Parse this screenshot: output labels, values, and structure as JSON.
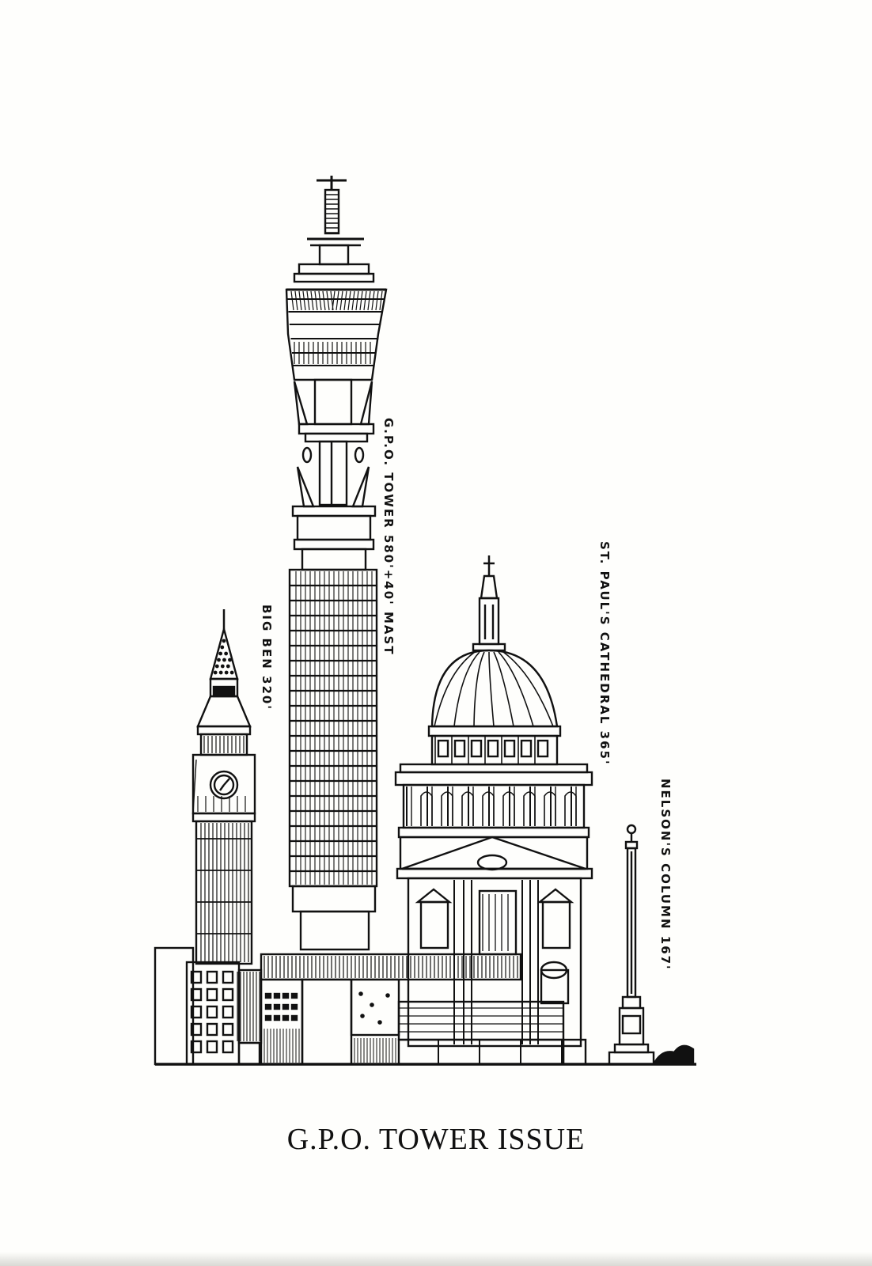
{
  "caption": "G.P.O. TOWER ISSUE",
  "labels": {
    "gpo_tower": "G.P.O. TOWER 580'+40' MAST",
    "big_ben": "BIG BEN 320'",
    "st_pauls": "ST. PAUL'S CATHEDRAL 365'",
    "nelsons_column": "NELSON'S COLUMN 167'"
  },
  "colors": {
    "ink": "#111111",
    "paper": "#fefefc"
  }
}
